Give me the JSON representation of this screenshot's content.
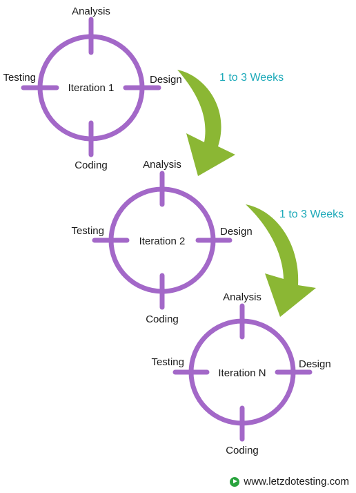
{
  "colors": {
    "circle": "#a368c8",
    "arrow": "#8bb734",
    "duration_text": "#1ba9b8",
    "footer_icon": "#2aa43e"
  },
  "iterations": [
    {
      "title": "Iteration 1",
      "top": "Analysis",
      "right": "Design",
      "bottom": "Coding",
      "left": "Testing"
    },
    {
      "title": "Iteration 2",
      "top": "Analysis",
      "right": "Design",
      "bottom": "Coding",
      "left": "Testing"
    },
    {
      "title": "Iteration N",
      "top": "Analysis",
      "right": "Design",
      "bottom": "Coding",
      "left": "Testing"
    }
  ],
  "transitions": [
    {
      "label": "1 to 3 Weeks"
    },
    {
      "label": "1 to 3 Weeks"
    }
  ],
  "footer": {
    "text": "www.letzdotesting.com",
    "icon": "play-circle-icon"
  }
}
